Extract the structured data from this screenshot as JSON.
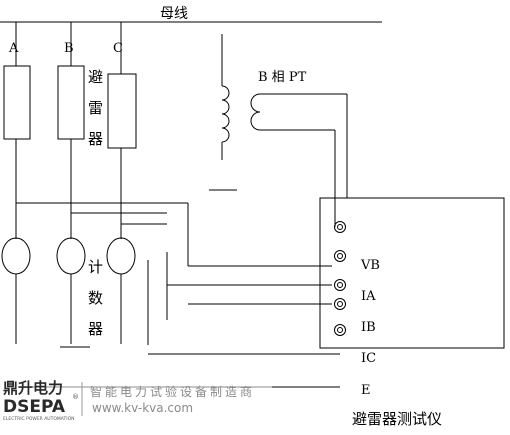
{
  "diagram": {
    "bus_label": "母线",
    "phases": [
      "A",
      "B",
      "C"
    ],
    "arrester_label": [
      "避",
      "雷",
      "器"
    ],
    "pt_label": "B 相 PT",
    "counter_label": [
      "计",
      "数",
      "器"
    ],
    "instrument": {
      "terminals": [
        "VB",
        "IA",
        "IB",
        "IC",
        "E"
      ],
      "title": "避雷器测试仪"
    }
  },
  "watermark": {
    "brand_cn": "鼎升电力",
    "brand_en": "DSEPA",
    "brand_sub": "ELECTRIC POWER AUTOMATION",
    "tagline": "智能电力试验设备制造商",
    "url": "www.kv-kva.com"
  }
}
